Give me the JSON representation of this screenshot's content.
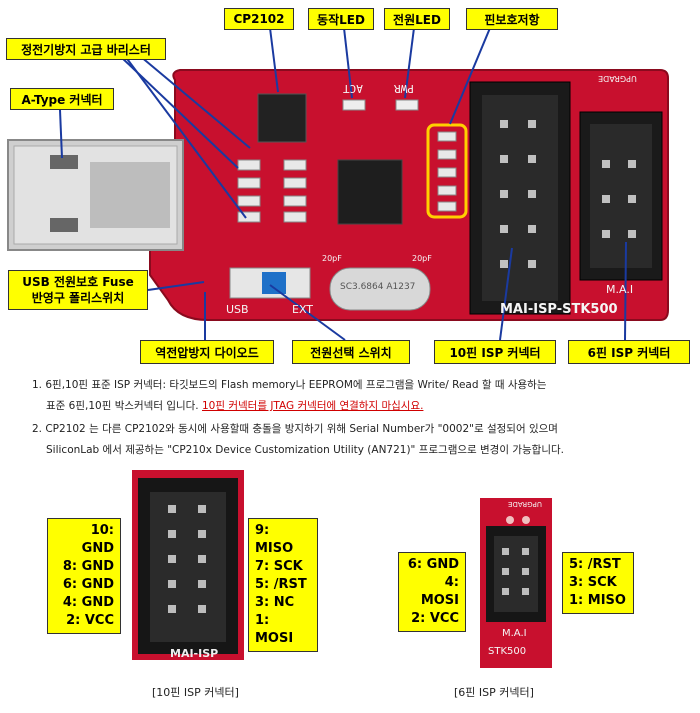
{
  "callouts": {
    "cp2102": "CP2102",
    "act_led": "동작LED",
    "pwr_led": "전원LED",
    "pin_resistor": "핀보호저항",
    "esd_varistor": "정전기방지 고급 바리스터",
    "a_type": "A-Type 커넥터",
    "usb_fuse_line1": "USB 전원보호 Fuse",
    "usb_fuse_line2": "반영구 폴리스위치",
    "reverse_diode": "역전압방지 다이오드",
    "power_switch": "전원선택 스위치",
    "isp10": "10핀 ISP 커넥터",
    "isp6": "6핀 ISP 커넥터"
  },
  "board": {
    "silk_act": "ACT",
    "silk_pwr": "PWR",
    "silk_upgrade": "UPGRADE",
    "silk_usb": "USB",
    "silk_ext": "EXT",
    "silk_model": "MAI-ISP-STK500",
    "silk_mai": "M.A.I",
    "crystal_text": "SC3.6864 A1237",
    "cap_20pf": "20pF"
  },
  "notes": {
    "n1_line1": "1.  6핀,10핀 표준 ISP 커넥터: 타깃보드의 Flash memory나 EEPROM에 프로그램을 Write/ Read 할 때 사용하는",
    "n1_line2_pre": "표준 6핀,10핀 박스커넥터 입니다.",
    "n1_line2_warn": "10핀 커넥터를 JTAG 커넥터에 연결하지 마십시요.",
    "n2_line1": "2.  CP2102 는 다른 CP2102와 동시에 사용할때 충돌을 방지하기 위해 Serial Number가 \"0002\"로 설정되어 있으며",
    "n2_line2": "SiliconLab 에서 제공하는 \"CP210x Device Customization Utility (AN721)\" 프로그램으로 변경이 가능합니다."
  },
  "pin10": {
    "left": [
      "10: GND",
      "8: GND",
      "6: GND",
      "4: GND",
      "2: VCC"
    ],
    "right": [
      "9: MISO",
      "7: SCK",
      "5: /RST",
      "3: NC",
      "1: MOSI"
    ],
    "silk": "MAI-ISP"
  },
  "pin6": {
    "left": [
      "6: GND",
      "4: MOSI",
      "2: VCC"
    ],
    "right": [
      "5: /RST",
      "3: SCK",
      "1: MISO"
    ],
    "silk_upgrade": "UPGRADE",
    "silk_mai": "M.A.I",
    "silk_model": "STK500"
  },
  "captions": {
    "c10": "[10핀 ISP 커넥터]",
    "c6": "[6핀 ISP 커넥터]"
  },
  "colors": {
    "pcb": "#c8102e",
    "callout_bg": "#ffff00",
    "warn_text": "#d00000",
    "leader_line": "#1a3aa0"
  }
}
